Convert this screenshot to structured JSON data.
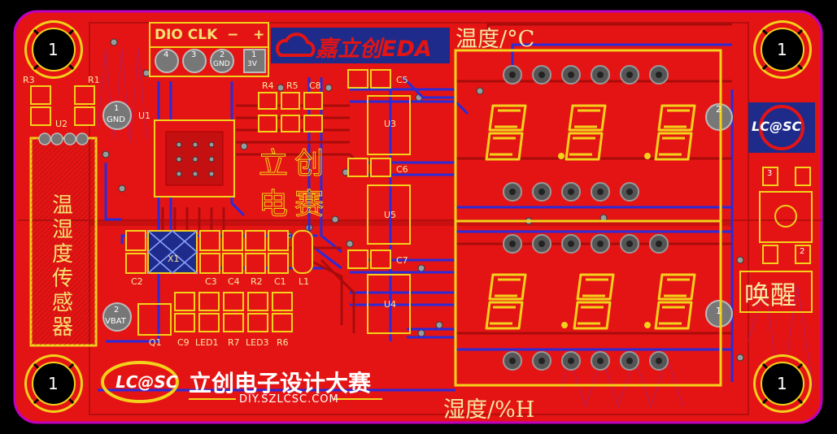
{
  "colors": {
    "background": "#000000",
    "board": "#e51414",
    "copper_dark": "#b60e0e",
    "trace_blue": "#2b2bd8",
    "silkscreen": "#f2d21a",
    "pad": "#9a9a9a",
    "outline": "#c000c0"
  },
  "header": {
    "title": "DIO CLK  −   +",
    "pins": [
      {
        "num": "4",
        "name": ""
      },
      {
        "num": "3",
        "name": ""
      },
      {
        "num": "2",
        "name": "GND"
      },
      {
        "num": "1",
        "name": "3V"
      }
    ]
  },
  "logo": {
    "text": "嘉立创EDA"
  },
  "lcsc_badge": {
    "text": "LC@SC"
  },
  "mount_holes": {
    "label": "1"
  },
  "test_points": {
    "gnd": {
      "num": "1",
      "name": "GND"
    },
    "vbat": {
      "num": "2",
      "name": "VBAT"
    },
    "right_top": "2",
    "right_bottom": "1"
  },
  "labels": {
    "temp_title": "温度/°C",
    "hum_title": "湿度/%H",
    "sensor": [
      "温",
      "湿",
      "度",
      "传",
      "感",
      "器"
    ],
    "wake": "唤醒",
    "sensor_ref": "U2",
    "mcu_ref": "U1",
    "mcu_name": "立创",
    "mcu_name2": "电赛",
    "r3": "R3",
    "r1": "R1",
    "r4": "R4",
    "r5": "R5",
    "c8": "C8",
    "c5": "C5",
    "c6": "C6",
    "c7": "C7",
    "u3": "U3",
    "u5": "U5",
    "u4": "U4",
    "x1": "X1",
    "c2": "C2",
    "c3": "C3",
    "c4": "C4",
    "r2": "R2",
    "c1": "C1",
    "l1": "L1",
    "q1": "Q1",
    "c9": "C9",
    "led1": "LED1",
    "r7": "R7",
    "led3": "LED3",
    "r6": "R6",
    "sw_pin3": "3",
    "sw_pin2": "2"
  },
  "footer": {
    "brand": "LC@SC",
    "title": "立创电子设计大赛",
    "url": "DIY.SZLCSC.COM"
  }
}
